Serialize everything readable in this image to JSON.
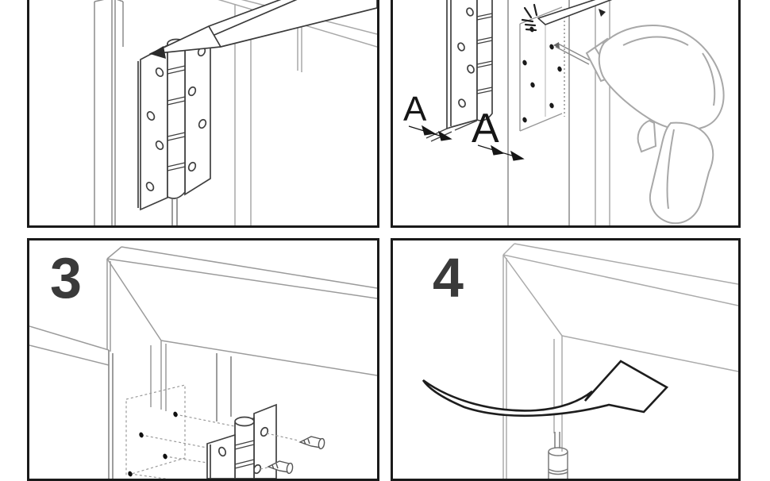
{
  "colors": {
    "background": "#ffffff",
    "panel_border": "#1a1a1a",
    "line_dark": "#404040",
    "line_medium": "#8c8c8c",
    "line_light": "#a8a8a8",
    "label_text": "#3a3a3a",
    "marker_black": "#1f1f1f"
  },
  "panels": {
    "step1": {
      "icons": [
        "door-frame-icon",
        "door-edge-icon",
        "hinge-icon",
        "pencil-icon"
      ]
    },
    "step2": {
      "label_a_left": "A",
      "label_a_right": "A",
      "icons": [
        "hinge-side-icon",
        "marked-outline-icon",
        "pilot-hole-dots-icon",
        "pencil-mark-icon",
        "drill-icon",
        "dimension-arrow-icon"
      ]
    },
    "step3": {
      "step_number": "3",
      "icons": [
        "door-frame-corner-icon",
        "marked-holes-icon",
        "open-hinge-icon",
        "screw-icon"
      ]
    },
    "step4": {
      "step_number": "4",
      "icons": [
        "door-frame-corner-icon",
        "swing-arrow-icon",
        "hinge-barrel-icon"
      ]
    }
  }
}
